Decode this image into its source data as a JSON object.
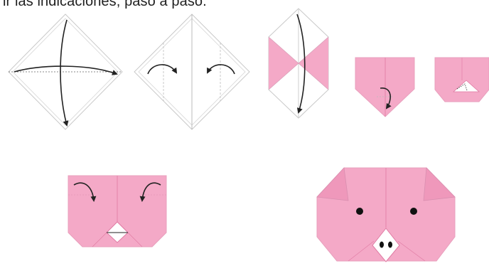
{
  "instructions": {
    "caption": "ir las indicaciones, paso a paso."
  },
  "colors": {
    "paper_pink": "#f4a9c7",
    "paper_pink_dark": "#e88bb2",
    "paper_white": "#ffffff",
    "outline": "#c9c9c9",
    "fold_line": "#b8b8b8",
    "arrow": "#222222",
    "pig_edge": "#e07aa3"
  },
  "steps": [
    {
      "id": 1,
      "name": "diagonal-folds"
    },
    {
      "id": 2,
      "name": "corners-to-center"
    },
    {
      "id": 3,
      "name": "bowtie-fold"
    },
    {
      "id": 4,
      "name": "pentagon-fold"
    },
    {
      "id": 5,
      "name": "nose-fold"
    },
    {
      "id": 6,
      "name": "ears-fold"
    },
    {
      "id": 7,
      "name": "finished-pig-face"
    }
  ]
}
